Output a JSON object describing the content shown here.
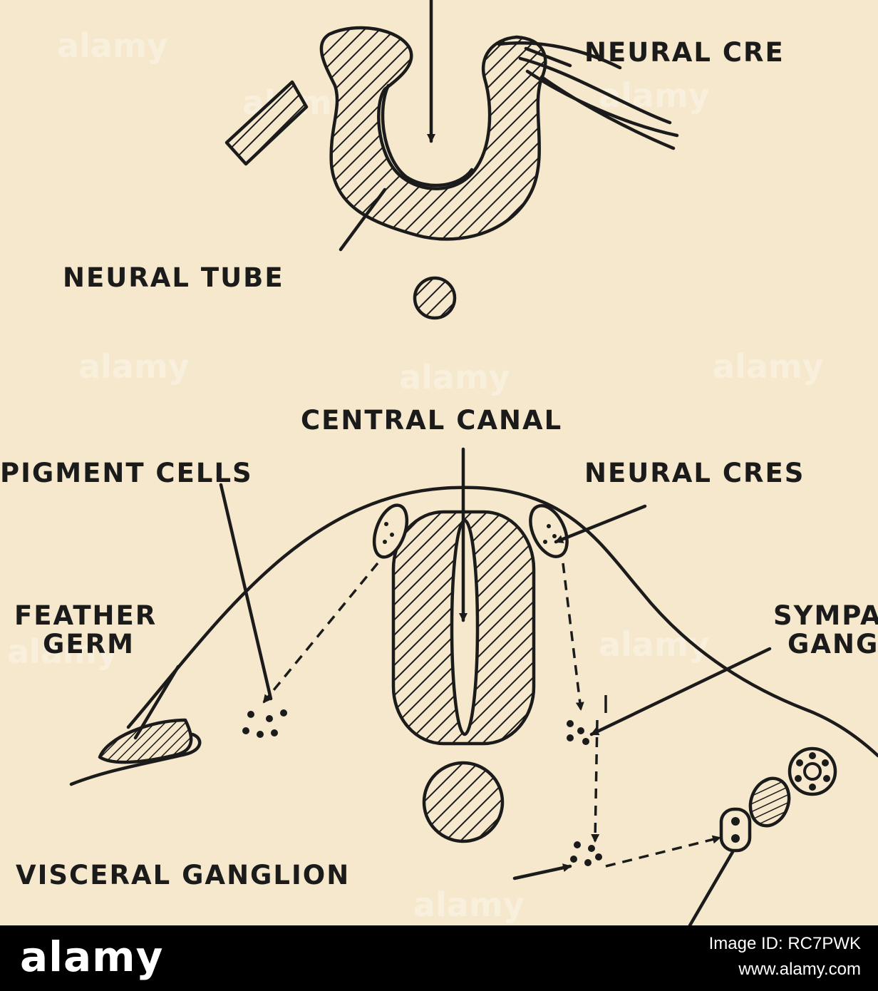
{
  "labels": {
    "neural_crest_top": "NEURAL CRE",
    "neural_tube": "NEURAL TUBE",
    "central_canal": "CENTRAL CANAL",
    "pigment_cells": "PIGMENT CELLS",
    "neural_crest_bottom": "NEURAL CRES",
    "feather": "FEATHER",
    "germ": "GERM",
    "sympathetic": "SYMPAT",
    "ganglion_partial": "GANG",
    "visceral_ganglion": "VISCERAL GANGLION"
  },
  "watermark": "alamy",
  "footer": {
    "logo": "alamy",
    "image_id": "Image ID: RC7PWK",
    "site": "www.alamy.com"
  }
}
